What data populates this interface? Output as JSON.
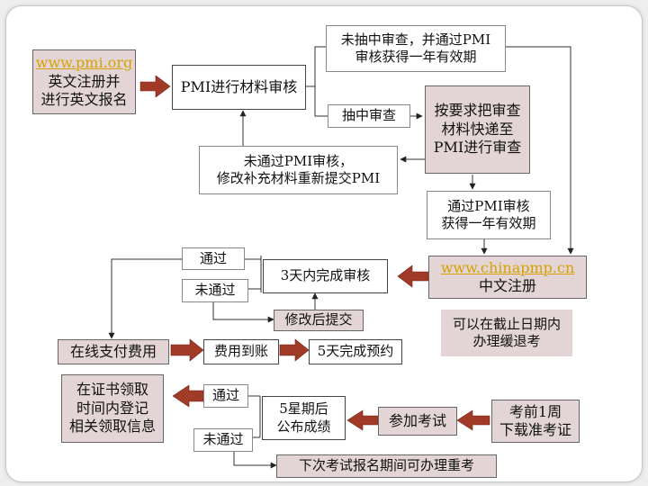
{
  "nodes": {
    "english_reg": {
      "link": "www.pmi.org",
      "line1": "英文注册并",
      "line2": "进行英文报名"
    },
    "pmi_review": {
      "label": "PMI进行材料审核"
    },
    "not_audited": {
      "line1": "未抽中审查，并通过PMI",
      "line2": "审核获得一年有效期"
    },
    "audited": {
      "label": "抽中审查"
    },
    "send_materials": {
      "line1": "按要求把审查",
      "line2": "材料快递至",
      "line3": "PMI进行审查"
    },
    "failed_pmi": {
      "line1": "未通过PMI审核，",
      "line2": "修改补充材料重新提交PMI"
    },
    "passed_pmi": {
      "line1": "通过PMI审核",
      "line2": "获得一年有效期"
    },
    "chinese_reg": {
      "link": "www.chinapmp.cn",
      "line1": "中文注册"
    },
    "pass_1": {
      "label": "通过"
    },
    "fail_1": {
      "label": "未通过"
    },
    "review_3day": {
      "label": "3天内完成审核"
    },
    "resubmit": {
      "label": "修改后提交"
    },
    "defer_note": {
      "line1": "可以在截止日期内",
      "line2": "办理缓退考"
    },
    "pay_online": {
      "label": "在线支付费用"
    },
    "payment_received": {
      "label": "费用到账"
    },
    "booking_5day": {
      "label": "5天完成预约"
    },
    "certificate": {
      "line1": "在证书领取",
      "line2": "时间内登记",
      "line3": "相关领取信息"
    },
    "pass_2": {
      "label": "通过"
    },
    "fail_2": {
      "label": "未通过"
    },
    "results_5week": {
      "line1": "5星期后",
      "line2": "公布成绩"
    },
    "take_exam": {
      "label": "参加考试"
    },
    "admission_ticket": {
      "line1": "考前1周",
      "line2": "下载准考证"
    },
    "retake": {
      "label": "下次考试报名期间可办理重考"
    }
  },
  "colors": {
    "shaded_fill": "#e3d5d5",
    "big_arrow": "#a23a28",
    "link": "#d6a100"
  }
}
